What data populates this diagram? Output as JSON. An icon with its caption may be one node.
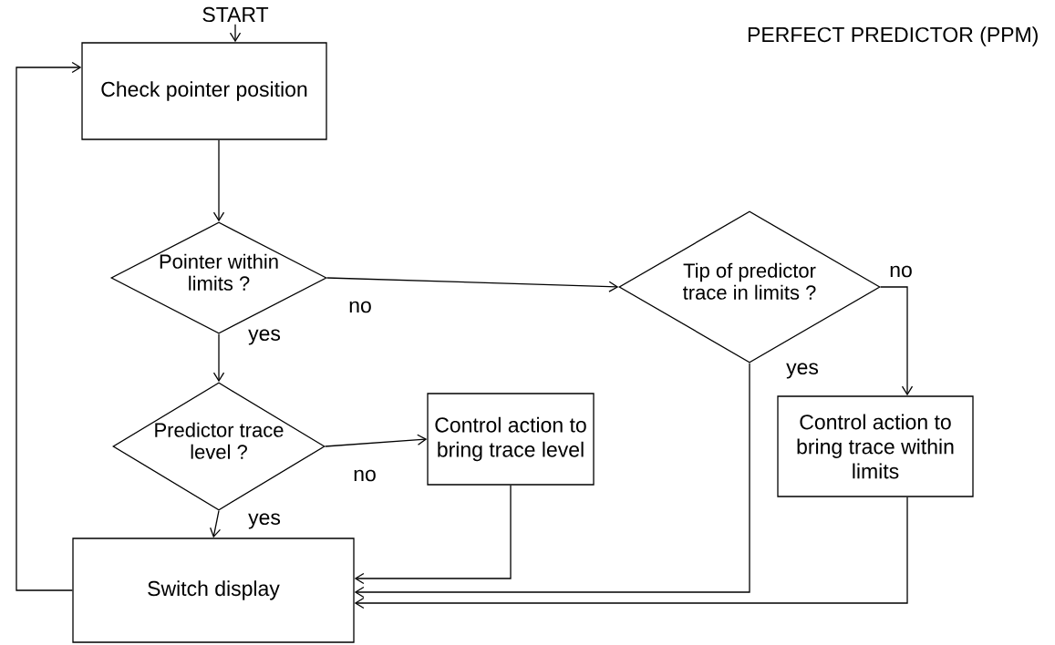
{
  "diagram": {
    "title": "PERFECT PREDICTOR (PPM)",
    "nodes": [
      {
        "text": [
          "START"
        ]
      },
      {
        "text": [
          "Check pointer position"
        ]
      },
      {
        "text": [
          "Pointer within limits ?"
        ]
      },
      {
        "text": [
          "Predictor trace level ?"
        ]
      },
      {
        "text": [
          "Control action to bring trace level"
        ]
      },
      {
        "text": [
          "Tip of predictor trace in limits ?"
        ]
      },
      {
        "text": [
          "Control action to bring trace within limits"
        ]
      },
      {
        "text": [
          "Switch display"
        ]
      }
    ],
    "edges": [
      {
        "from": 0,
        "to": 1,
        "arrow": "to"
      },
      {
        "from": 1,
        "to": 2,
        "arrow": "to"
      },
      {
        "from": 2,
        "to": 5,
        "arrow": "to",
        "label": "no"
      },
      {
        "from": 2,
        "to": 3,
        "arrow": "to",
        "label": "yes"
      },
      {
        "from": 3,
        "to": 4,
        "arrow": "to",
        "label": "no"
      },
      {
        "from": 3,
        "to": 7,
        "arrow": "to",
        "label": "yes"
      },
      {
        "from": 5,
        "to": 6,
        "arrow": "to",
        "label": "no"
      },
      {
        "from": 5,
        "to": 7,
        "arrow": "to",
        "label": "yes"
      },
      {
        "from": 4,
        "to": 7,
        "arrow": "to"
      },
      {
        "from": 6,
        "to": 7,
        "arrow": "to"
      },
      {
        "from": 7,
        "to": 1,
        "arrow": "to"
      }
    ]
  }
}
